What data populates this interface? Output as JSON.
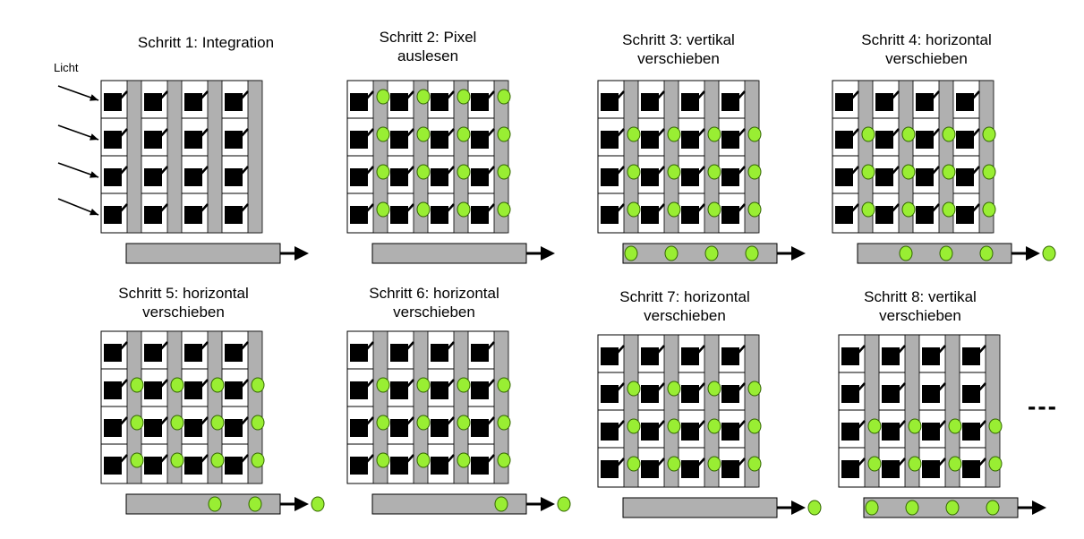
{
  "diagram": {
    "light_label": "Licht",
    "continuation": "---",
    "colors": {
      "sensor": "#000000",
      "ccd_column": "#b0b0b0",
      "register": "#b0b0b0",
      "charge": "#99ee33",
      "charge_stroke": "#336600",
      "grid": "#000000"
    },
    "steps": [
      {
        "title_lines": [
          "Schritt 1: Integration"
        ],
        "pixel_charges": [],
        "shift_charges": [],
        "register_charges": [],
        "output_charge": false,
        "show_light": true
      },
      {
        "title_lines": [
          "Schritt 2: Pixel",
          "auslesen"
        ],
        "pixel_charges": [
          "r1",
          "r2",
          "r3",
          "r4"
        ],
        "shift_charges": [],
        "register_charges": [],
        "output_charge": false,
        "show_light": false
      },
      {
        "title_lines": [
          "Schritt 3: vertikal",
          "verschieben"
        ],
        "pixel_charges": [
          "r2",
          "r3",
          "r4"
        ],
        "shift_charges": [],
        "register_charges": [
          1,
          2,
          3,
          4
        ],
        "output_charge": false,
        "show_light": false
      },
      {
        "title_lines": [
          "Schritt 4: horizontal",
          "verschieben"
        ],
        "pixel_charges": [
          "r2",
          "r3",
          "r4"
        ],
        "shift_charges": [],
        "register_charges": [
          2,
          3,
          4
        ],
        "output_charge": true,
        "show_light": false
      },
      {
        "title_lines": [
          "Schritt 5: horizontal",
          "verschieben"
        ],
        "pixel_charges": [
          "r2",
          "r3",
          "r4"
        ],
        "shift_charges": [],
        "register_charges": [
          3,
          4
        ],
        "output_charge": true,
        "show_light": false
      },
      {
        "title_lines": [
          "Schritt 6: horizontal",
          "verschieben"
        ],
        "pixel_charges": [
          "r2",
          "r3",
          "r4"
        ],
        "shift_charges": [],
        "register_charges": [
          4
        ],
        "output_charge": true,
        "show_light": false
      },
      {
        "title_lines": [
          "Schritt 7: horizontal",
          "verschieben"
        ],
        "pixel_charges": [
          "r2",
          "r3",
          "r4"
        ],
        "shift_charges": [],
        "register_charges": [],
        "output_charge": true,
        "show_light": false
      },
      {
        "title_lines": [
          "Schritt 8: vertikal",
          "verschieben"
        ],
        "pixel_charges": [
          "r3",
          "r4"
        ],
        "shift_charges": [],
        "register_charges": [
          1,
          2,
          3,
          4
        ],
        "output_charge": false,
        "show_light": false
      }
    ]
  }
}
